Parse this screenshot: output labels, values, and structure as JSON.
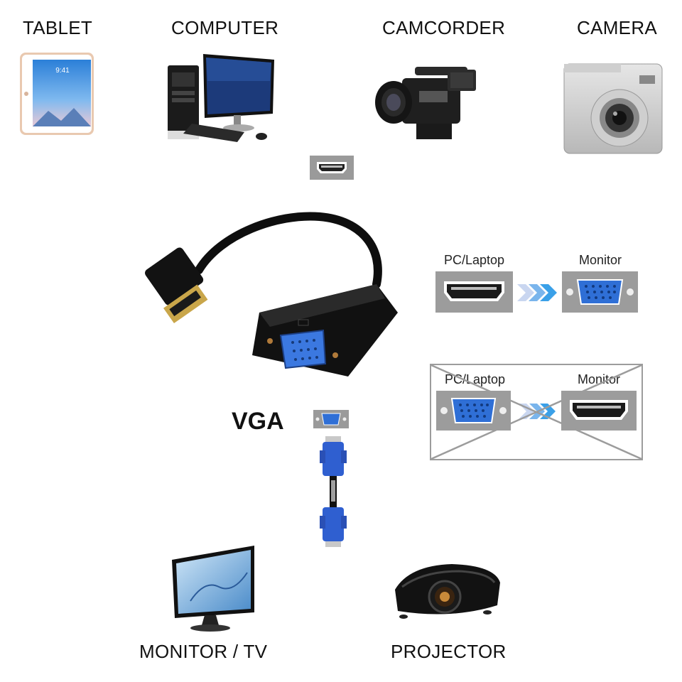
{
  "devices_top": {
    "tablet": "TABLET",
    "computer": "COMPUTER",
    "camcorder": "CAMCORDER",
    "camera": "CAMERA"
  },
  "devices_bottom": {
    "monitor_tv": "MONITOR / TV",
    "projector": "PROJECTOR"
  },
  "vga_label": "VGA",
  "correct_direction": {
    "source": "PC/Laptop",
    "target": "Monitor"
  },
  "wrong_direction": {
    "source": "PC/Laptop",
    "target": "Monitor"
  },
  "tablet_screen_time": "9:41",
  "colors": {
    "vga_blue": "#2f6fd6",
    "arrow_blue": "#3aa0e8",
    "panel_gray": "#9c9c9c",
    "adapter_black": "#111111"
  }
}
